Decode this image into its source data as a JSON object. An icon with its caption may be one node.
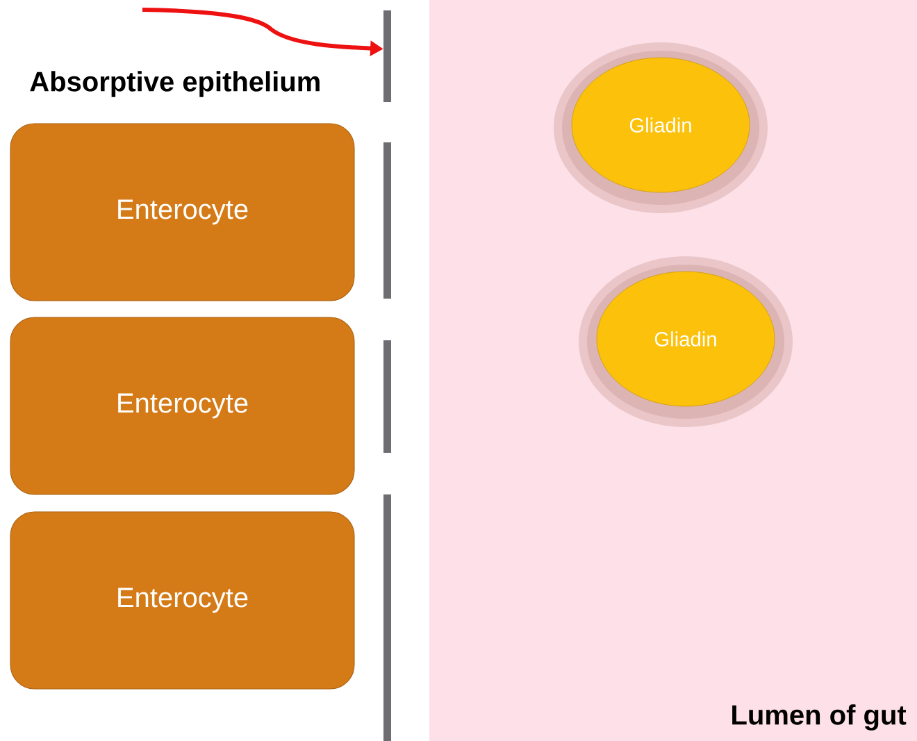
{
  "diagram": {
    "nodes": [
      {
        "text": [
          "Enterocyte"
        ]
      },
      {
        "text": [
          "Enterocyte"
        ]
      },
      {
        "text": [
          "Enterocyte"
        ]
      },
      {
        "text": [],
        "shape": "bar"
      },
      {
        "text": [],
        "shape": "bar"
      },
      {
        "text": [],
        "shape": "bar"
      },
      {
        "text": [],
        "shape": "bar"
      },
      {
        "text": [
          "Lumen of gut"
        ]
      },
      {
        "text": [
          "Gliadin"
        ],
        "in": 7
      },
      {
        "text": [
          "Gliadin"
        ],
        "in": 7
      }
    ],
    "edges": [
      {
        "from": null,
        "to": 3,
        "arrow": "to",
        "color": "#ee1111"
      }
    ],
    "labels": [
      "Absorptive epithelium"
    ]
  }
}
